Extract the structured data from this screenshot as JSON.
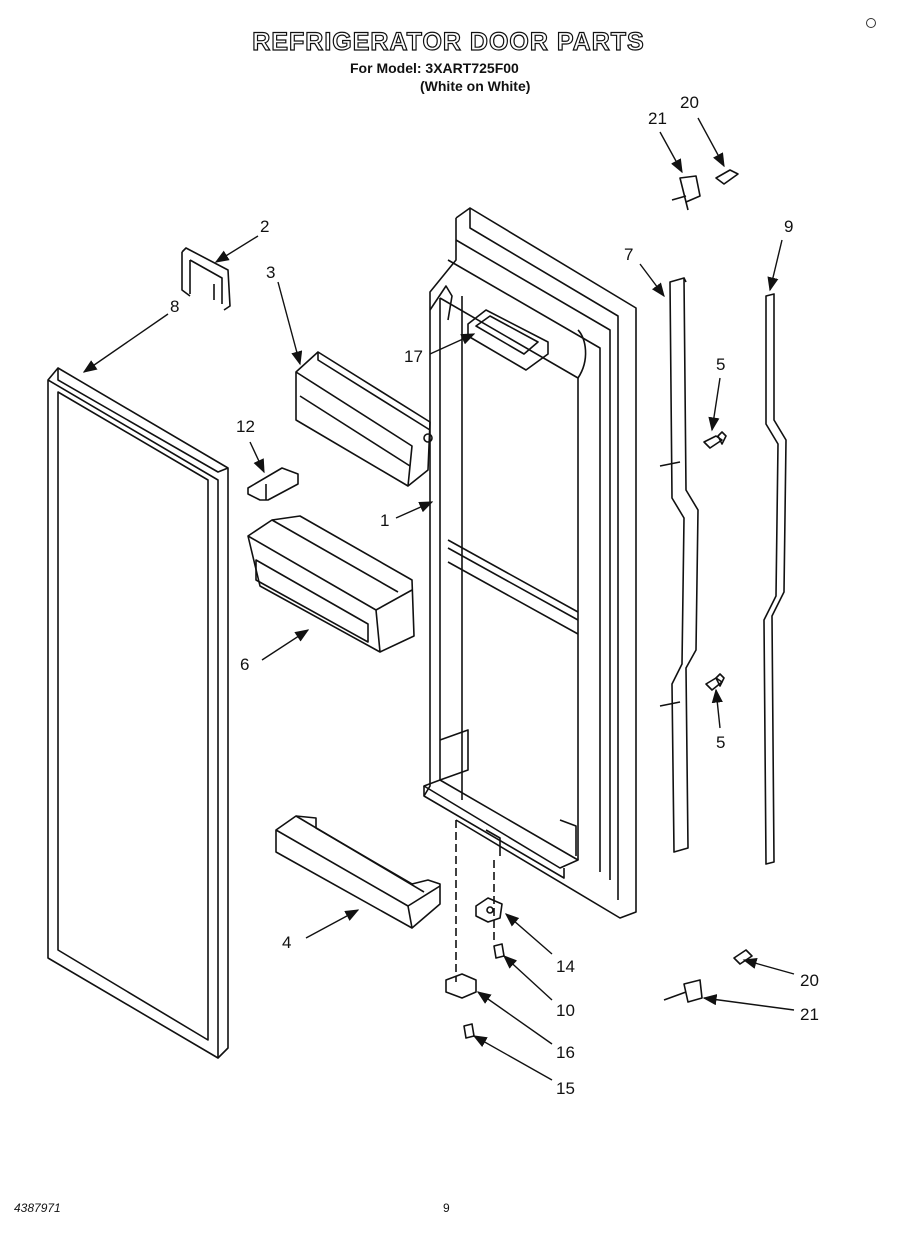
{
  "header": {
    "title": "REFRIGERATOR DOOR PARTS",
    "model_line": "For Model: 3XART725F00",
    "color_line": "(White on White)"
  },
  "callouts": {
    "c1": "1",
    "c2": "2",
    "c3": "3",
    "c4": "4",
    "c5a": "5",
    "c5b": "5",
    "c6": "6",
    "c7": "7",
    "c8": "8",
    "c9": "9",
    "c10": "10",
    "c12": "12",
    "c14": "14",
    "c15": "15",
    "c16": "16",
    "c17": "17",
    "c20a": "20",
    "c20b": "20",
    "c21a": "21",
    "c21b": "21"
  },
  "footer": {
    "doc_number": "4387971",
    "page_number": "9"
  }
}
